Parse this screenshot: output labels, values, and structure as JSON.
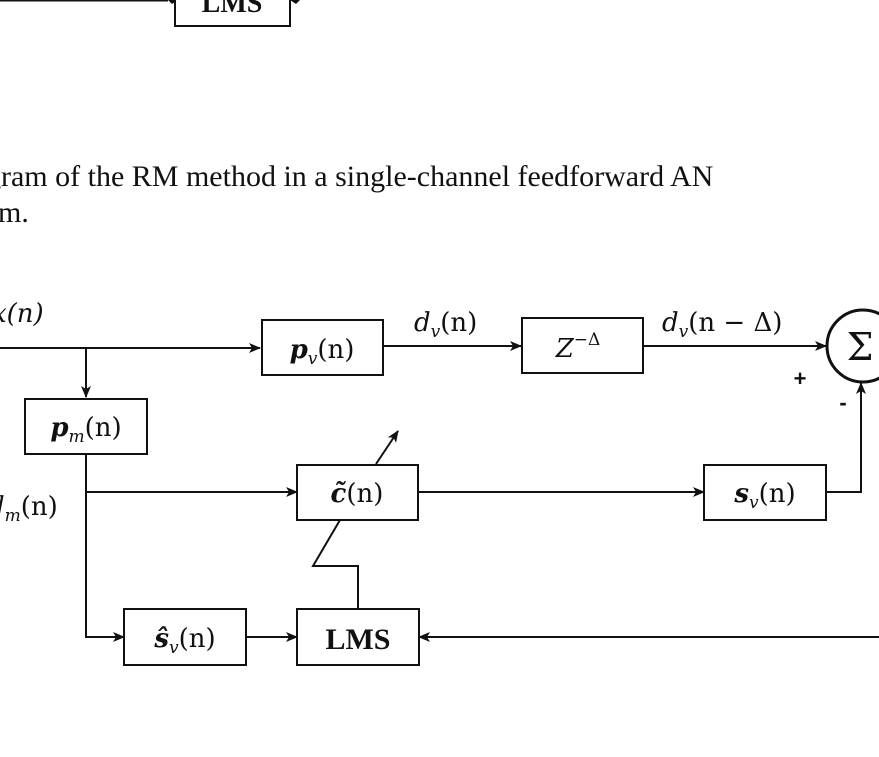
{
  "top_fragment": {
    "block_label": "LMS"
  },
  "caption": {
    "line1": "gram of the RM method in a single-channel feedforward AN",
    "line2": "m."
  },
  "diagram": {
    "signals": {
      "input": "x(n)",
      "primary_virtual_output": "d",
      "primary_virtual_output_sub": "v",
      "primary_virtual_output_arg": "(n)",
      "delayed": "d",
      "delayed_sub": "v",
      "delayed_arg": "(n − Δ)",
      "physical_output": "d",
      "physical_output_sub": "m",
      "physical_output_arg": "(n)"
    },
    "blocks": {
      "primary_virtual": {
        "sym": "p",
        "sub": "v",
        "arg": "(n)"
      },
      "delay": {
        "sym": "Z",
        "sup": "−Δ"
      },
      "primary_physical": {
        "sym": "p",
        "sub": "m",
        "arg": "(n)"
      },
      "controller": {
        "sym": "c̃",
        "arg": "(n)"
      },
      "secondary_virtual": {
        "sym": "s",
        "sub": "v",
        "arg": "(n)"
      },
      "secondary_estimate": {
        "sym": "ŝ",
        "sub": "v",
        "arg": "(n)"
      },
      "adaptive": {
        "label": "LMS"
      }
    },
    "summer": {
      "symbol": "Σ",
      "plus": "+",
      "minus": "-"
    }
  }
}
